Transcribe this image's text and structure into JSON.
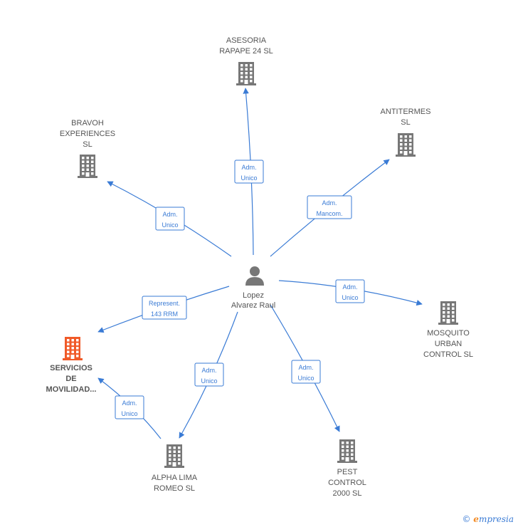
{
  "person": {
    "name_lines": [
      "Lopez",
      "Alvarez Raul"
    ],
    "icon": "person-icon"
  },
  "companies": [
    {
      "id": "asesoria",
      "label_lines": [
        "ASESORIA",
        "RAPAPE 24  SL"
      ],
      "color": "#777777",
      "highlight": false,
      "icon": "building-icon"
    },
    {
      "id": "antitermes",
      "label_lines": [
        "ANTITERMES",
        "SL"
      ],
      "color": "#777777",
      "highlight": false,
      "icon": "building-icon"
    },
    {
      "id": "bravoh",
      "label_lines": [
        "BRAVOH",
        "EXPERIENCES",
        "SL"
      ],
      "color": "#777777",
      "highlight": false,
      "icon": "building-icon"
    },
    {
      "id": "mosquito",
      "label_lines": [
        "MOSQUITO",
        "URBAN",
        "CONTROL  SL"
      ],
      "color": "#777777",
      "highlight": false,
      "icon": "building-icon"
    },
    {
      "id": "servicios",
      "label_lines": [
        "SERVICIOS",
        "DE",
        "MOVILIDAD..."
      ],
      "color": "#f05a28",
      "highlight": true,
      "icon": "building-icon"
    },
    {
      "id": "pest",
      "label_lines": [
        "PEST",
        "CONTROL",
        "2000  SL"
      ],
      "color": "#777777",
      "highlight": false,
      "icon": "building-icon"
    },
    {
      "id": "alpha",
      "label_lines": [
        "ALPHA LIMA",
        "ROMEO  SL"
      ],
      "color": "#777777",
      "highlight": false,
      "icon": "building-icon"
    }
  ],
  "relations": [
    {
      "id": "r-asesoria",
      "label_lines": [
        "Adm.",
        "Unico"
      ]
    },
    {
      "id": "r-antitermes",
      "label_lines": [
        "Adm.",
        "Mancom."
      ]
    },
    {
      "id": "r-bravoh",
      "label_lines": [
        "Adm.",
        "Unico"
      ]
    },
    {
      "id": "r-mosquito",
      "label_lines": [
        "Adm.",
        "Unico"
      ]
    },
    {
      "id": "r-servicios",
      "label_lines": [
        "Represent.",
        "143 RRM"
      ]
    },
    {
      "id": "r-pest",
      "label_lines": [
        "Adm.",
        "Unico"
      ]
    },
    {
      "id": "r-alpha",
      "label_lines": [
        "Adm.",
        "Unico"
      ]
    },
    {
      "id": "r-alpha-servicios",
      "label_lines": [
        "Adm.",
        "Unico"
      ]
    }
  ],
  "colors": {
    "edge": "#3a7bd5",
    "node": "#777777",
    "highlight": "#f05a28"
  },
  "brand": {
    "copyright": "©",
    "initial": "e",
    "rest": "mpresia"
  }
}
